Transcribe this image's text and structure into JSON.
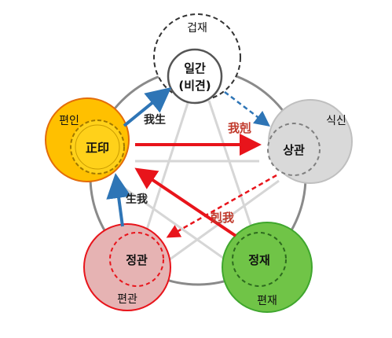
{
  "nodes": {
    "top": {
      "line1": "일간",
      "line2": "(비견)",
      "outer_label": "겁재"
    },
    "left": {
      "label": "正印",
      "outer_label": "편인"
    },
    "right": {
      "label": "상관",
      "outer_label": "식신"
    },
    "bottom_left": {
      "label": "정관",
      "outer_label": "편관"
    },
    "bottom_right": {
      "label": "정재",
      "outer_label": "편재"
    }
  },
  "arrows": {
    "i_generate": "我生",
    "i_overcome": "我剋",
    "generate_i": "生我",
    "overcome_i": "剋我"
  },
  "colors": {
    "blue_arrow": "#2e75b6",
    "red_arrow": "#e8141b",
    "left_fill": "#ffc000",
    "right_fill": "#d9d9d9",
    "bottom_left_fill": "#e6b3b3",
    "bottom_right_fill": "#70c447"
  }
}
